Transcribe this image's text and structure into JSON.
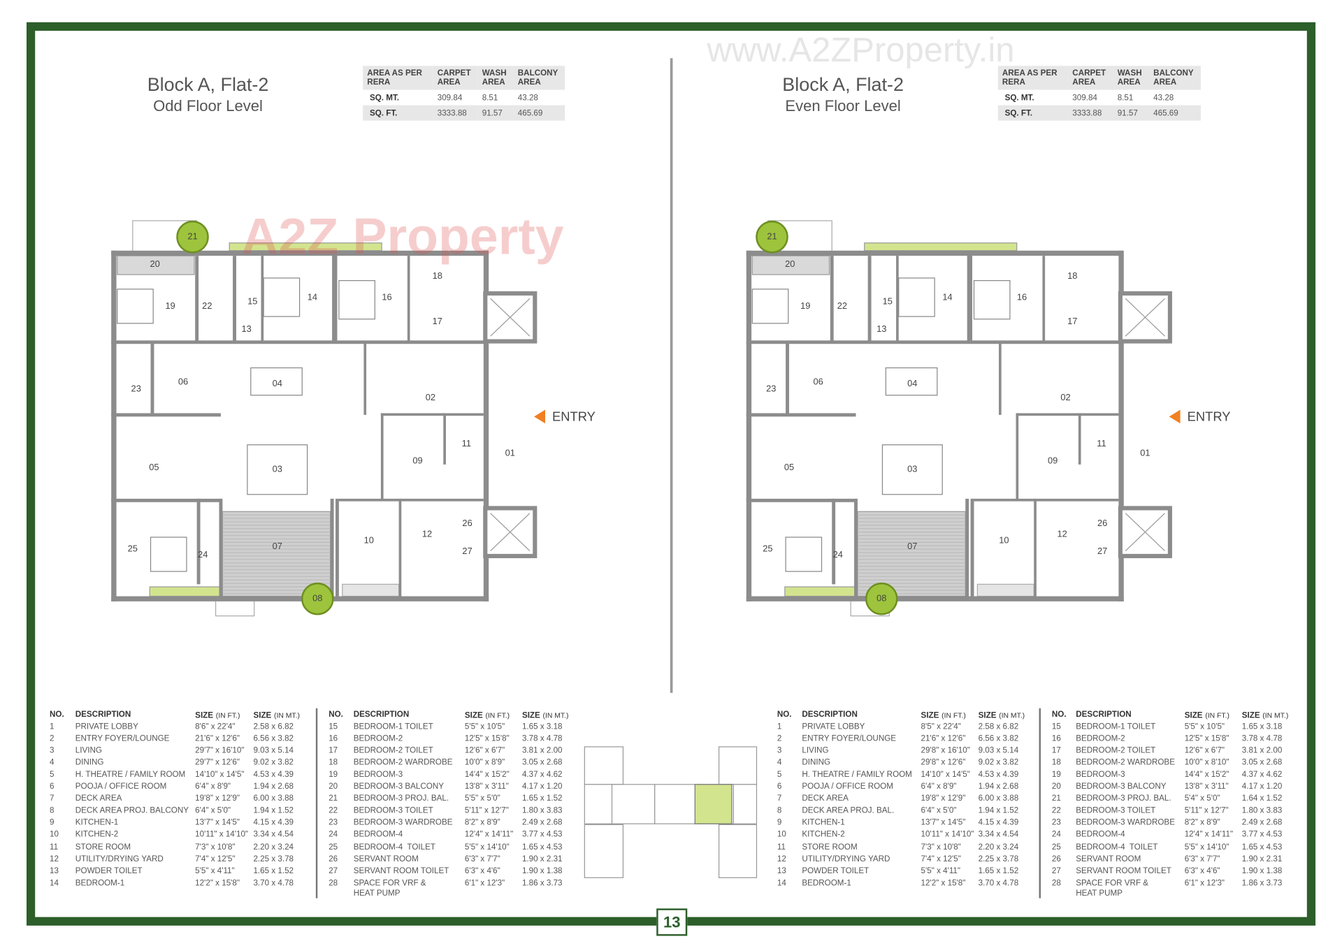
{
  "page_number": "13",
  "colors": {
    "frame": "#2d5f2a",
    "wall": "#8c8c8c",
    "balcony_green": "#d3e48f",
    "plant_green": "#9dc43c",
    "entry_arrow": "#f08022",
    "table_shade": "#e7e7e7"
  },
  "watermarks": {
    "site": "www.A2ZProperty.in",
    "logo": "A2Z Property"
  },
  "left": {
    "title": "Block A, Flat-2",
    "subtitle": "Odd Floor Level",
    "area_table": {
      "headers": [
        "AREA AS PER RERA",
        "CARPET AREA",
        "WASH AREA",
        "BALCONY AREA"
      ],
      "rows": [
        [
          "SQ. MT.",
          "309.84",
          "8.51",
          "43.28"
        ],
        [
          "SQ. FT.",
          "3333.88",
          "91.57",
          "465.69"
        ]
      ]
    },
    "entry_label": "ENTRY",
    "room_headers": [
      "NO.",
      "DESCRIPTION",
      "SIZE",
      "(IN FT.)",
      "SIZE",
      "(IN MT.)"
    ],
    "rooms": [
      [
        "1",
        "PRIVATE LOBBY",
        "8'6\" x 22'4\"",
        "2.58 x 6.82"
      ],
      [
        "2",
        "ENTRY FOYER/LOUNGE",
        "21'6\" x 12'6\"",
        "6.56 x 3.82"
      ],
      [
        "3",
        "LIVING",
        "29'7\" x 16'10\"",
        "9.03 x 5.14"
      ],
      [
        "4",
        "DINING",
        "29'7\" x 12'6\"",
        "9.02 x 3.82"
      ],
      [
        "5",
        "H. THEATRE / FAMILY ROOM",
        "14'10\" x 14'5\"",
        "4.53 x 4.39"
      ],
      [
        "6",
        "POOJA / OFFICE ROOM",
        "6'4\" x 8'9\"",
        "1.94 x 2.68"
      ],
      [
        "7",
        "DECK AREA",
        "19'8\" x 12'9\"",
        "6.00 x 3.88"
      ],
      [
        "8",
        "DECK AREA PROJ. BALCONY",
        "6'4\" x 5'0\"",
        "1.94 x 1.52"
      ],
      [
        "9",
        "KITCHEN-1",
        "13'7\" x 14'5\"",
        "4.15 x 4.39"
      ],
      [
        "10",
        "KITCHEN-2",
        "10'11\" x 14'10\"",
        "3.34 x 4.54"
      ],
      [
        "11",
        "STORE ROOM",
        "7'3\" x 10'8\"",
        "2.20 x 3.24"
      ],
      [
        "12",
        "UTILITY/DRYING YARD",
        "7'4\" x 12'5\"",
        "2.25 x 3.78"
      ],
      [
        "13",
        "POWDER TOILET",
        "5'5\" x 4'11\"",
        "1.65 x 1.52"
      ],
      [
        "14",
        "BEDROOM-1",
        "12'2\" x 15'8\"",
        "3.70 x 4.78"
      ],
      [
        "15",
        "BEDROOM-1 TOILET",
        "5'5\" x 10'5\"",
        "1.65 x 3.18"
      ],
      [
        "16",
        "BEDROOM-2",
        "12'5\" x 15'8\"",
        "3.78 x 4.78"
      ],
      [
        "17",
        "BEDROOM-2 TOILET",
        "12'6\" x 6'7\"",
        "3.81 x 2.00"
      ],
      [
        "18",
        "BEDROOM-2 WARDROBE",
        "10'0\" x 8'9\"",
        "3.05 x 2.68"
      ],
      [
        "19",
        "BEDROOM-3",
        "14'4\" x 15'2\"",
        "4.37 x 4.62"
      ],
      [
        "20",
        "BEDROOM-3 BALCONY",
        "13'8\" x 3'11\"",
        "4.17 x 1.20"
      ],
      [
        "21",
        "BEDROOM-3 PROJ. BAL.",
        "5'5\" x 5'0\"",
        "1.65 x 1.52"
      ],
      [
        "22",
        "BEDROOM-3 TOILET",
        "5'11\" x 12'7\"",
        "1.80 x 3.83"
      ],
      [
        "23",
        "BEDROOM-3 WARDROBE",
        "8'2\" x 8'9\"",
        "2.49 x 2.68"
      ],
      [
        "24",
        "BEDROOM-4",
        "12'4\" x 14'11\"",
        "3.77 x 4.53"
      ],
      [
        "25",
        "BEDROOM-4  TOILET",
        "5'5\" x 14'10\"",
        "1.65 x 4.53"
      ],
      [
        "26",
        "SERVANT ROOM",
        "6'3\" x 7'7\"",
        "1.90 x 2.31"
      ],
      [
        "27",
        "SERVANT ROOM TOILET",
        "6'3\" x 4'6\"",
        "1.90 x 1.38"
      ],
      [
        "28",
        "SPACE FOR VRF &\nHEAT PUMP",
        "6'1\" x 12'3\"",
        "1.86 x 3.73"
      ]
    ]
  },
  "right": {
    "title": "Block A, Flat-2",
    "subtitle": "Even Floor Level",
    "area_table": {
      "headers": [
        "AREA AS PER RERA",
        "CARPET AREA",
        "WASH AREA",
        "BALCONY AREA"
      ],
      "rows": [
        [
          "SQ. MT.",
          "309.84",
          "8.51",
          "43.28"
        ],
        [
          "SQ. FT.",
          "3333.88",
          "91.57",
          "465.69"
        ]
      ]
    },
    "entry_label": "ENTRY",
    "room_headers": [
      "NO.",
      "DESCRIPTION",
      "SIZE",
      "(IN FT.)",
      "SIZE",
      "(IN MT.)"
    ],
    "rooms": [
      [
        "1",
        "PRIVATE LOBBY",
        "8'5\" x 22'4\"",
        "2.58 x 6.82"
      ],
      [
        "2",
        "ENTRY FOYER/LOUNGE",
        "21'6\" x 12'6\"",
        "6.56 x 3.82"
      ],
      [
        "3",
        "LIVING",
        "29'8\" x 16'10\"",
        "9.03 x 5.14"
      ],
      [
        "4",
        "DINING",
        "29'8\" x 12'6\"",
        "9.02 x 3.82"
      ],
      [
        "5",
        "H. THEATRE / FAMILY ROOM",
        "14'10\" x 14'5\"",
        "4.53 x 4.39"
      ],
      [
        "6",
        "POOJA / OFFICE ROOM",
        "6'4\" x 8'9\"",
        "1.94 x 2.68"
      ],
      [
        "7",
        "DECK AREA",
        "19'8\" x 12'9\"",
        "6.00 x 3.88"
      ],
      [
        "8",
        "DECK AREA PROJ. BAL.",
        "6'4\" x 5'0\"",
        "1.94 x 1.52"
      ],
      [
        "9",
        "KITCHEN-1",
        "13'7\" x 14'5\"",
        "4.15 x 4.39"
      ],
      [
        "10",
        "KITCHEN-2",
        "10'11\" x 14'10\"",
        "3.34 x 4.54"
      ],
      [
        "11",
        "STORE ROOM",
        "7'3\" x 10'8\"",
        "2.20 x 3.24"
      ],
      [
        "12",
        "UTILITY/DRYING YARD",
        "7'4\" x 12'5\"",
        "2.25 x 3.78"
      ],
      [
        "13",
        "POWDER TOILET",
        "5'5\" x 4'11\"",
        "1.65 x 1.52"
      ],
      [
        "14",
        "BEDROOM-1",
        "12'2\" x 15'8\"",
        "3.70 x 4.78"
      ],
      [
        "15",
        "BEDROOM-1 TOILET",
        "5'5\" x 10'5\"",
        "1.65 x 3.18"
      ],
      [
        "16",
        "BEDROOM-2",
        "12'5\" x 15'8\"",
        "3.78 x 4.78"
      ],
      [
        "17",
        "BEDROOM-2 TOILET",
        "12'6\" x 6'7\"",
        "3.81 x 2.00"
      ],
      [
        "18",
        "BEDROOM-2 WARDROBE",
        "10'0\" x 8'10\"",
        "3.05 x 2.68"
      ],
      [
        "19",
        "BEDROOM-3",
        "14'4\" x 15'2\"",
        "4.37 x 4.62"
      ],
      [
        "20",
        "BEDROOM-3 BALCONY",
        "13'8\" x 3'11\"",
        "4.17 x 1.20"
      ],
      [
        "21",
        "BEDROOM-3 PROJ. BAL.",
        "5'4\" x 5'0\"",
        "1.64 x 1.52"
      ],
      [
        "22",
        "BEDROOM-3 TOILET",
        "5'11\" x 12'7\"",
        "1.80 x 3.83"
      ],
      [
        "23",
        "BEDROOM-3 WARDROBE",
        "8'2\" x 8'9\"",
        "2.49 x 2.68"
      ],
      [
        "24",
        "BEDROOM-4",
        "12'4\" x 14'11\"",
        "3.77 x 4.53"
      ],
      [
        "25",
        "BEDROOM-4  TOILET",
        "5'5\" x 14'10\"",
        "1.65 x 4.53"
      ],
      [
        "26",
        "SERVANT ROOM",
        "6'3\" x 7'7\"",
        "1.90 x 2.31"
      ],
      [
        "27",
        "SERVANT ROOM TOILET",
        "6'3\" x 4'6\"",
        "1.90 x 1.38"
      ],
      [
        "28",
        "SPACE FOR VRF &\nHEAT PUMP",
        "6'1\" x 12'3\"",
        "1.86 x 3.73"
      ]
    ]
  },
  "plan_labels": [
    "01",
    "02",
    "03",
    "04",
    "05",
    "06",
    "07",
    "08",
    "09",
    "10",
    "11",
    "12",
    "13",
    "14",
    "15",
    "16",
    "17",
    "18",
    "19",
    "20",
    "21",
    "22",
    "23",
    "24",
    "25",
    "26",
    "27"
  ]
}
